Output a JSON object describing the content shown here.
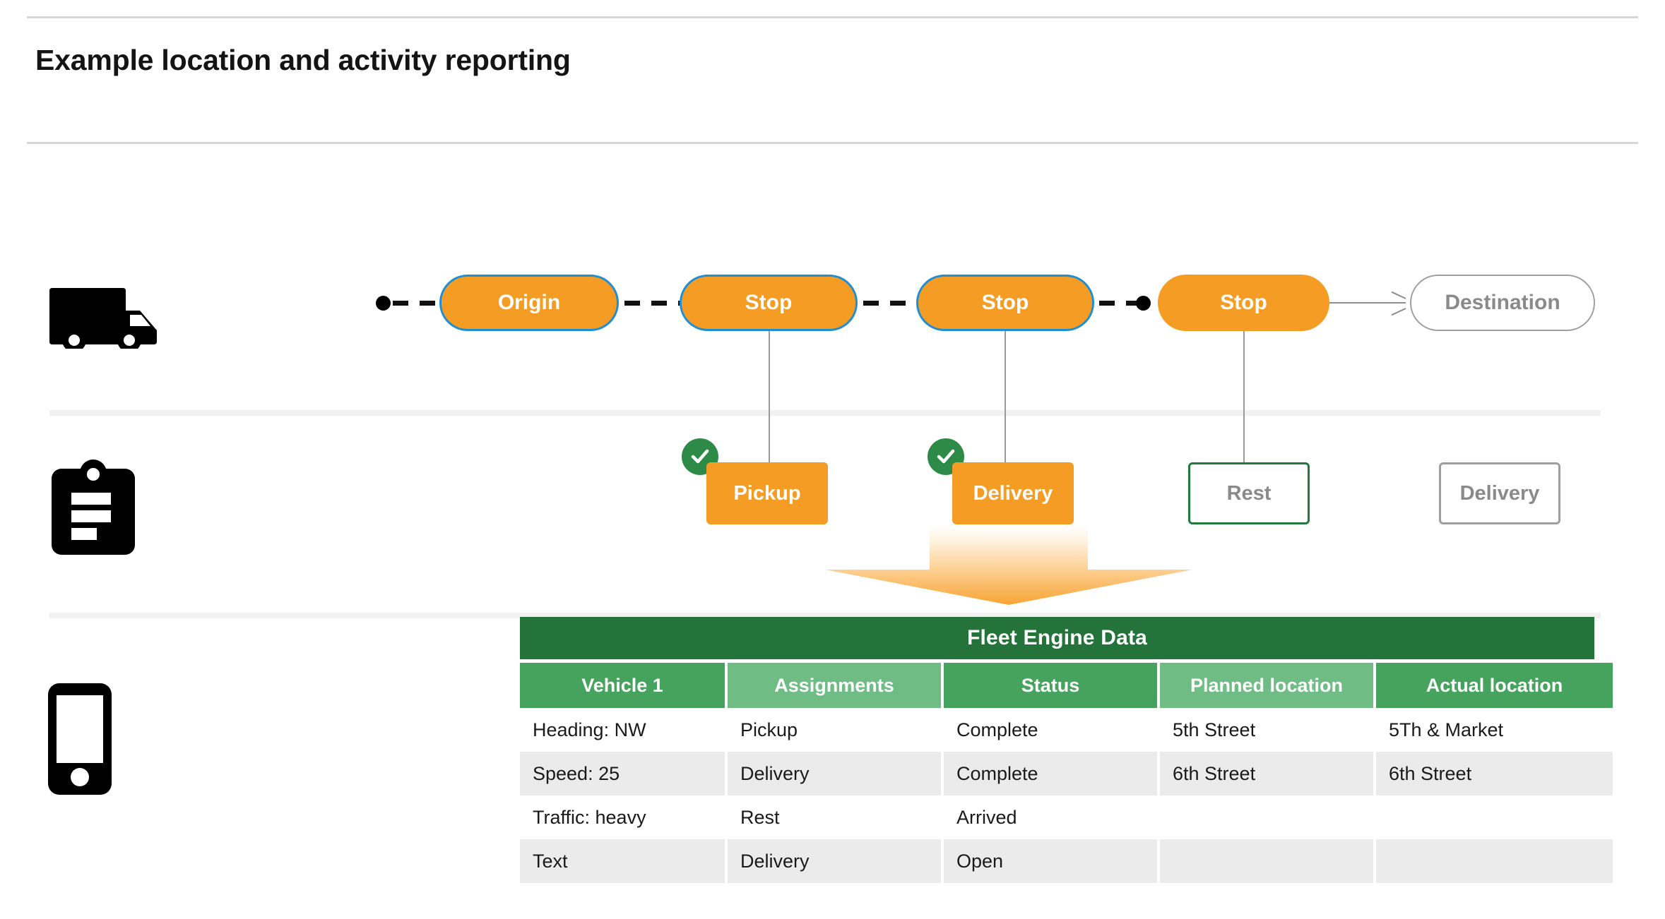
{
  "page": {
    "title": "Example location and activity reporting"
  },
  "rows": {
    "vehicle": {
      "icon": "truck-icon"
    },
    "activity": {
      "icon": "clipboard-icon"
    },
    "device": {
      "icon": "mobile-phone-icon"
    }
  },
  "route": {
    "stops": [
      {
        "label": "Origin",
        "style": "filled"
      },
      {
        "label": "Stop",
        "style": "filled"
      },
      {
        "label": "Stop",
        "style": "filled"
      },
      {
        "label": "Stop",
        "style": "filled-noborder"
      },
      {
        "label": "Destination",
        "style": "ghost"
      }
    ]
  },
  "activities": [
    {
      "label": "Pickup",
      "style": "filled",
      "completed": true
    },
    {
      "label": "Delivery",
      "style": "filled",
      "completed": true
    },
    {
      "label": "Rest",
      "style": "outline-green",
      "completed": false
    },
    {
      "label": "Delivery",
      "style": "outline-gray",
      "completed": false
    }
  ],
  "table": {
    "title": "Fleet Engine Data",
    "columns": [
      "Vehicle 1",
      "Assignments",
      "Status",
      "Planned location",
      "Actual location"
    ],
    "rows": [
      [
        "Heading: NW",
        "Pickup",
        "Complete",
        "5th Street",
        "5Th & Market"
      ],
      [
        "Speed: 25",
        "Delivery",
        "Complete",
        "6th Street",
        "6th Street"
      ],
      [
        "Traffic: heavy",
        "Rest",
        "Arrived",
        "",
        ""
      ],
      [
        "Text",
        "Delivery",
        "Open",
        "",
        ""
      ]
    ]
  },
  "colors": {
    "orange": "#F59C24",
    "blue_border": "#1E8FD5",
    "green_dark": "#23733A",
    "green_header": "#45A35D",
    "green_header_alt": "#6FBC85",
    "green_check": "#2E8B47",
    "gray_outline": "#9e9e9e",
    "band": "#ebebeb"
  }
}
